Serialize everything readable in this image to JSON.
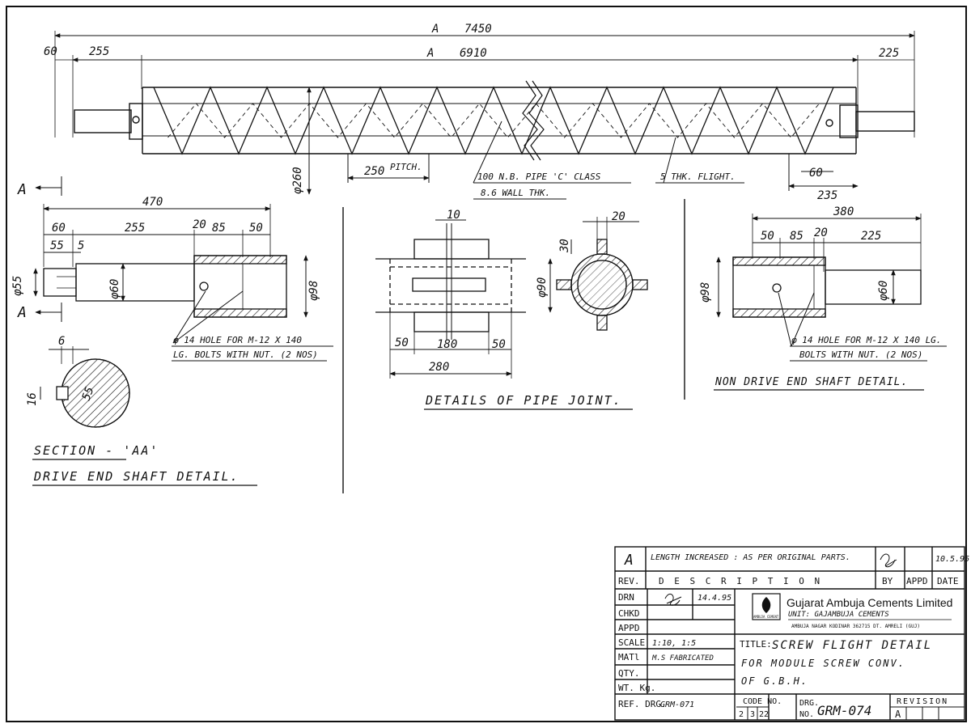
{
  "dimensions": {
    "overall_length": "7450",
    "pipe_length": "6910",
    "left_end": "60",
    "left_shaft": "255",
    "right_end": "225",
    "pitch": "250",
    "pitch_label": "PITCH.",
    "pipe_dia": "φ260",
    "flight_gap": "60",
    "right_shaft": "235",
    "rev_mark": "A"
  },
  "labels": {
    "pipe_spec_1": "100 N.B. PIPE 'C' CLASS",
    "pipe_spec_2": "8.6 WALL THK.",
    "flight": "5 THK. FLIGHT.",
    "section_marker": "A"
  },
  "drive_end": {
    "d470": "470",
    "d60": "60",
    "d255": "255",
    "d20": "20",
    "d85": "85",
    "d50": "50",
    "d55": "55",
    "d5": "5",
    "dia55": "φ55",
    "dia60": "φ60",
    "dia98": "φ98",
    "hole_note_1": "φ 14 HOLE FOR M-12 X 140",
    "hole_note_2": "LG. BOLTS WITH NUT. (2 NOS)",
    "section_title": "SECTION - 'AA'",
    "title": "DRIVE END SHAFT DETAIL.",
    "sec_d6": "6",
    "sec_d16": "16",
    "sec_d55": "55"
  },
  "pipe_joint": {
    "d10": "10",
    "d20": "20",
    "d30": "30",
    "d50a": "50",
    "d180": "180",
    "d50b": "50",
    "d280": "280",
    "dia90": "φ90",
    "title": "DETAILS OF PIPE JOINT."
  },
  "non_drive": {
    "d380": "380",
    "d50": "50",
    "d85": "85",
    "d20": "20",
    "d225": "225",
    "dia98": "φ98",
    "dia60": "φ60",
    "hole_note_1": "φ 14 HOLE FOR M-12 X 140 LG.",
    "hole_note_2": "BOLTS WITH NUT. (2 NOS)",
    "title": "NON DRIVE END SHAFT DETAIL."
  },
  "title_block": {
    "rev_row": {
      "rev": "A",
      "desc": "LENGTH INCREASED : AS PER ORIGINAL PARTS.",
      "date": "10.5.95"
    },
    "header": {
      "rev": "REV.",
      "desc": "D E S C R I P T I O N",
      "by": "BY",
      "appd": "APPD",
      "date": "DATE"
    },
    "drn": "DRN",
    "drn_date": "14.4.95",
    "chkd": "CHKD",
    "appd": "APPD",
    "scale_label": "SCALE",
    "scale_value": "1:10, 1:5",
    "mati_label": "MATl",
    "mati_value": "M.S FABRICATED",
    "qty_label": "QTY.",
    "wt_label": "WT. Kg.",
    "ref_label": "REF. DRG.",
    "ref_value": "GRM-071",
    "company": "Gujarat Ambuja Cements Limited",
    "unit": "UNIT: GAJAMBUJA CEMENTS",
    "address": "AMBUJA NAGAR KODINAR 362715 DT. AMRELI (GUJ)",
    "logo_text": "AMBUJA CEMENT",
    "title_label": "TITLE:",
    "title_1": "SCREW FLIGHT DETAIL",
    "title_2": "FOR MODULE SCREW CONV.",
    "title_3": "OF G.B.H.",
    "code_label": "CODE NO.",
    "code_1": "2",
    "code_2": "3",
    "code_3": "22",
    "drg_label_1": "DRG.",
    "drg_label_2": "NO.",
    "drg_no": "GRM-074",
    "revision_label": "REVISION",
    "revision_value": "A"
  }
}
